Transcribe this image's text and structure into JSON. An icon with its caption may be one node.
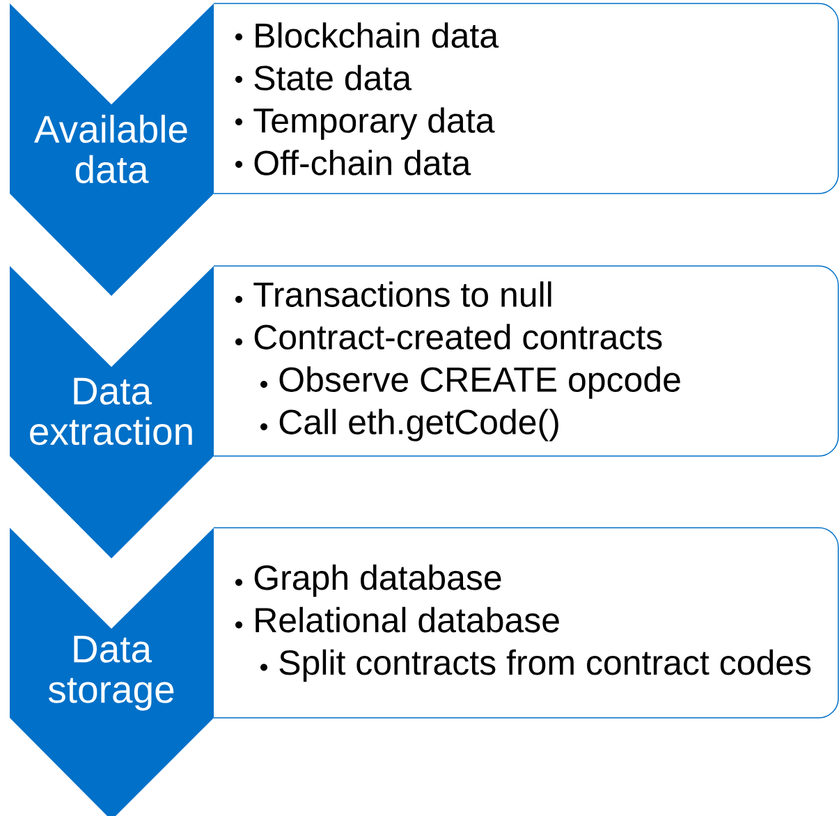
{
  "diagram": {
    "nodes": [
      {
        "text": [
          "Available data"
        ]
      },
      {
        "text": [
          "Blockchain data",
          "State data",
          "Temporary data",
          "Off-chain data"
        ]
      },
      {
        "text": [
          "Data extraction"
        ]
      },
      {
        "text": [
          "Transactions to null",
          "Contract-created contracts",
          "Observe CREATE opcode",
          "Call eth.getCode()"
        ]
      },
      {
        "text": [
          "Data storage"
        ]
      },
      {
        "text": [
          "Graph database",
          "Relational database",
          "Split contracts from contract codes"
        ]
      }
    ]
  }
}
